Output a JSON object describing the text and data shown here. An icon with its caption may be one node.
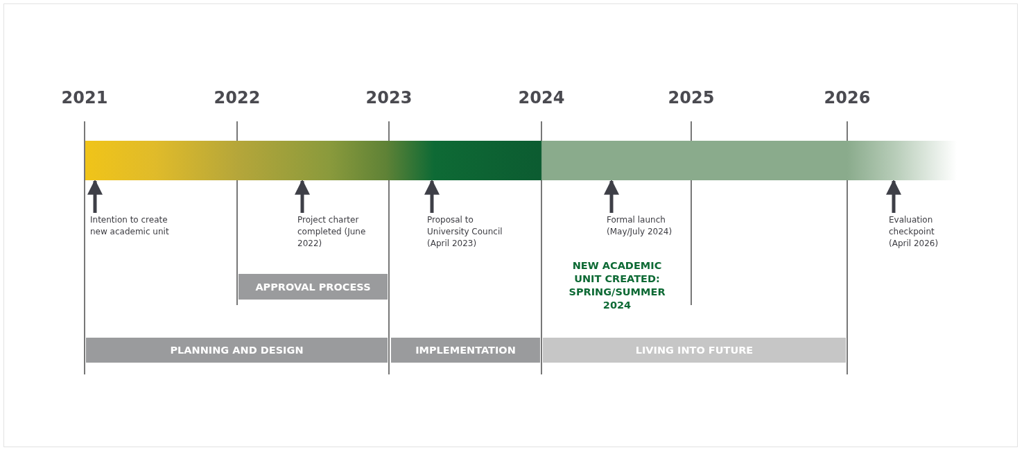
{
  "diagram": {
    "nodes": [
      {
        "text": [],
        "shape": "bar"
      },
      {
        "text": [
          "Intention to create new academic unit"
        ]
      },
      {
        "text": [
          "Project charter completed (June 2022)"
        ]
      },
      {
        "text": [
          "Proposal to University Council (April 2023)"
        ]
      },
      {
        "text": [
          "Formal launch (May/July 2024)"
        ]
      },
      {
        "text": [
          "Evaluation checkpoint (April 2026)"
        ]
      },
      {
        "text": [
          "APPROVAL PROCESS"
        ]
      },
      {
        "text": [
          "PLANNING AND DESIGN"
        ]
      },
      {
        "text": [
          "IMPLEMENTATION"
        ]
      },
      {
        "text": [
          "LIVING INTO FUTURE"
        ]
      }
    ],
    "edges": [
      {
        "from": 1,
        "to": 0,
        "arrow": "to"
      },
      {
        "from": 2,
        "to": 0,
        "arrow": "to"
      },
      {
        "from": 3,
        "to": 0,
        "arrow": "to"
      },
      {
        "from": 4,
        "to": 0,
        "arrow": "to"
      },
      {
        "from": 5,
        "to": 0,
        "arrow": "to"
      }
    ],
    "labels": [
      "2021",
      "2022",
      "2023",
      "2024",
      "2025",
      "2026",
      "NEW ACADEMIC UNIT CREATED: SPRING/SUMMER 2024"
    ]
  }
}
